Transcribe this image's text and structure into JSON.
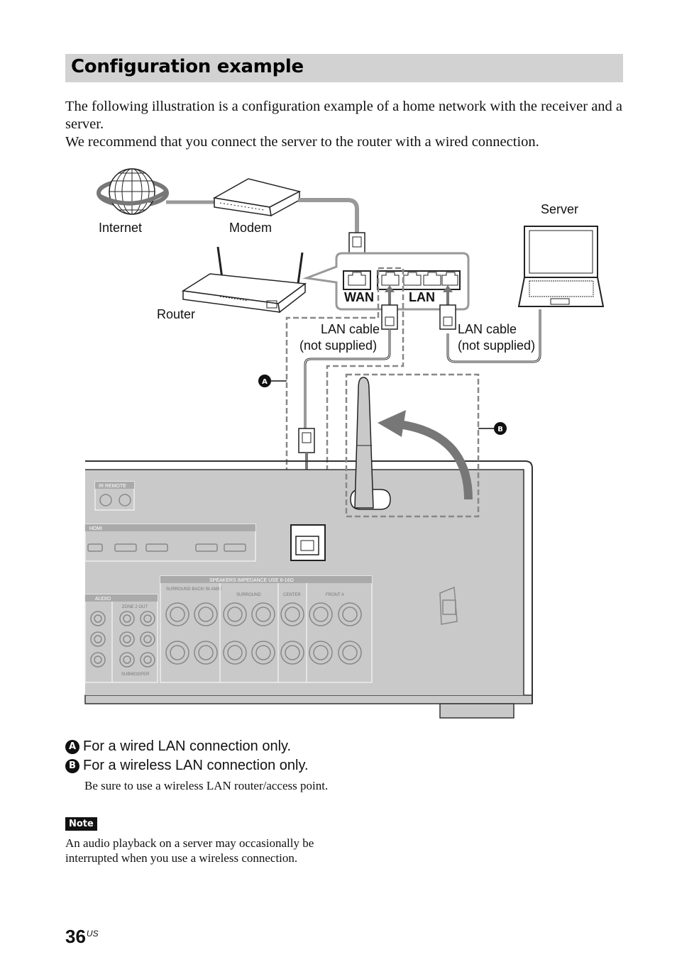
{
  "heading": "Configuration example",
  "intro": {
    "para1": "The following illustration is a configuration example of a home network with the receiver and a server.",
    "para2": "We recommend that you connect the server to the router with a wired connection."
  },
  "diagram": {
    "internet": "Internet",
    "modem": "Modem",
    "router": "Router",
    "server": "Server",
    "wan": "WAN",
    "lan": "LAN",
    "lan_cable_1": [
      "LAN cable",
      "(not supplied)"
    ],
    "lan_cable_2": [
      "LAN cable",
      "(not supplied)"
    ],
    "marker_a": "A",
    "marker_b": "B",
    "panel": {
      "ir_remote": "IR REMOTE",
      "hdmi": "HDMI",
      "speakers": "SPEAKERS    IMPEDANCE  USE  6-16Ω",
      "audio": "AUDIO",
      "zone_out": "ZONE 2 OUT",
      "surround": "SURROUND",
      "center": "CENTER",
      "front_a": "FRONT A",
      "surround_back": "SURROUND BACK/ BI-AMP/",
      "subwoofer": "SUBWOOFER"
    }
  },
  "legend": {
    "a_label": "A",
    "a_text": "For a wired LAN connection only.",
    "b_label": "B",
    "b_text": "For a wireless LAN connection only.",
    "b_sub": "Be sure to use a wireless LAN router/access point."
  },
  "note": {
    "badge": "Note",
    "text": "An audio playback on a server may occasionally be interrupted when you use a wireless connection."
  },
  "page": {
    "number": "36",
    "suffix": "US"
  }
}
